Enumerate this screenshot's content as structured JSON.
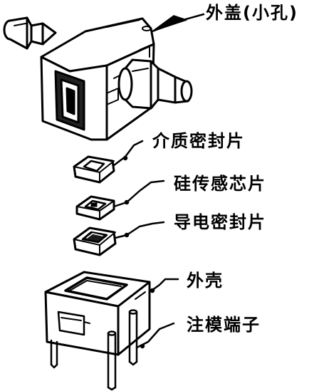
{
  "labels": {
    "cover": "外盖(小孔)",
    "media_seal": "介质密封片",
    "sensor_chip": "硅传感芯片",
    "conductive_seal": "导电密封片",
    "shell": "外壳",
    "pins": "注模端子"
  },
  "colors": {
    "ink": "#000000",
    "paper": "#ffffff",
    "shade": "#1a1a1a"
  }
}
